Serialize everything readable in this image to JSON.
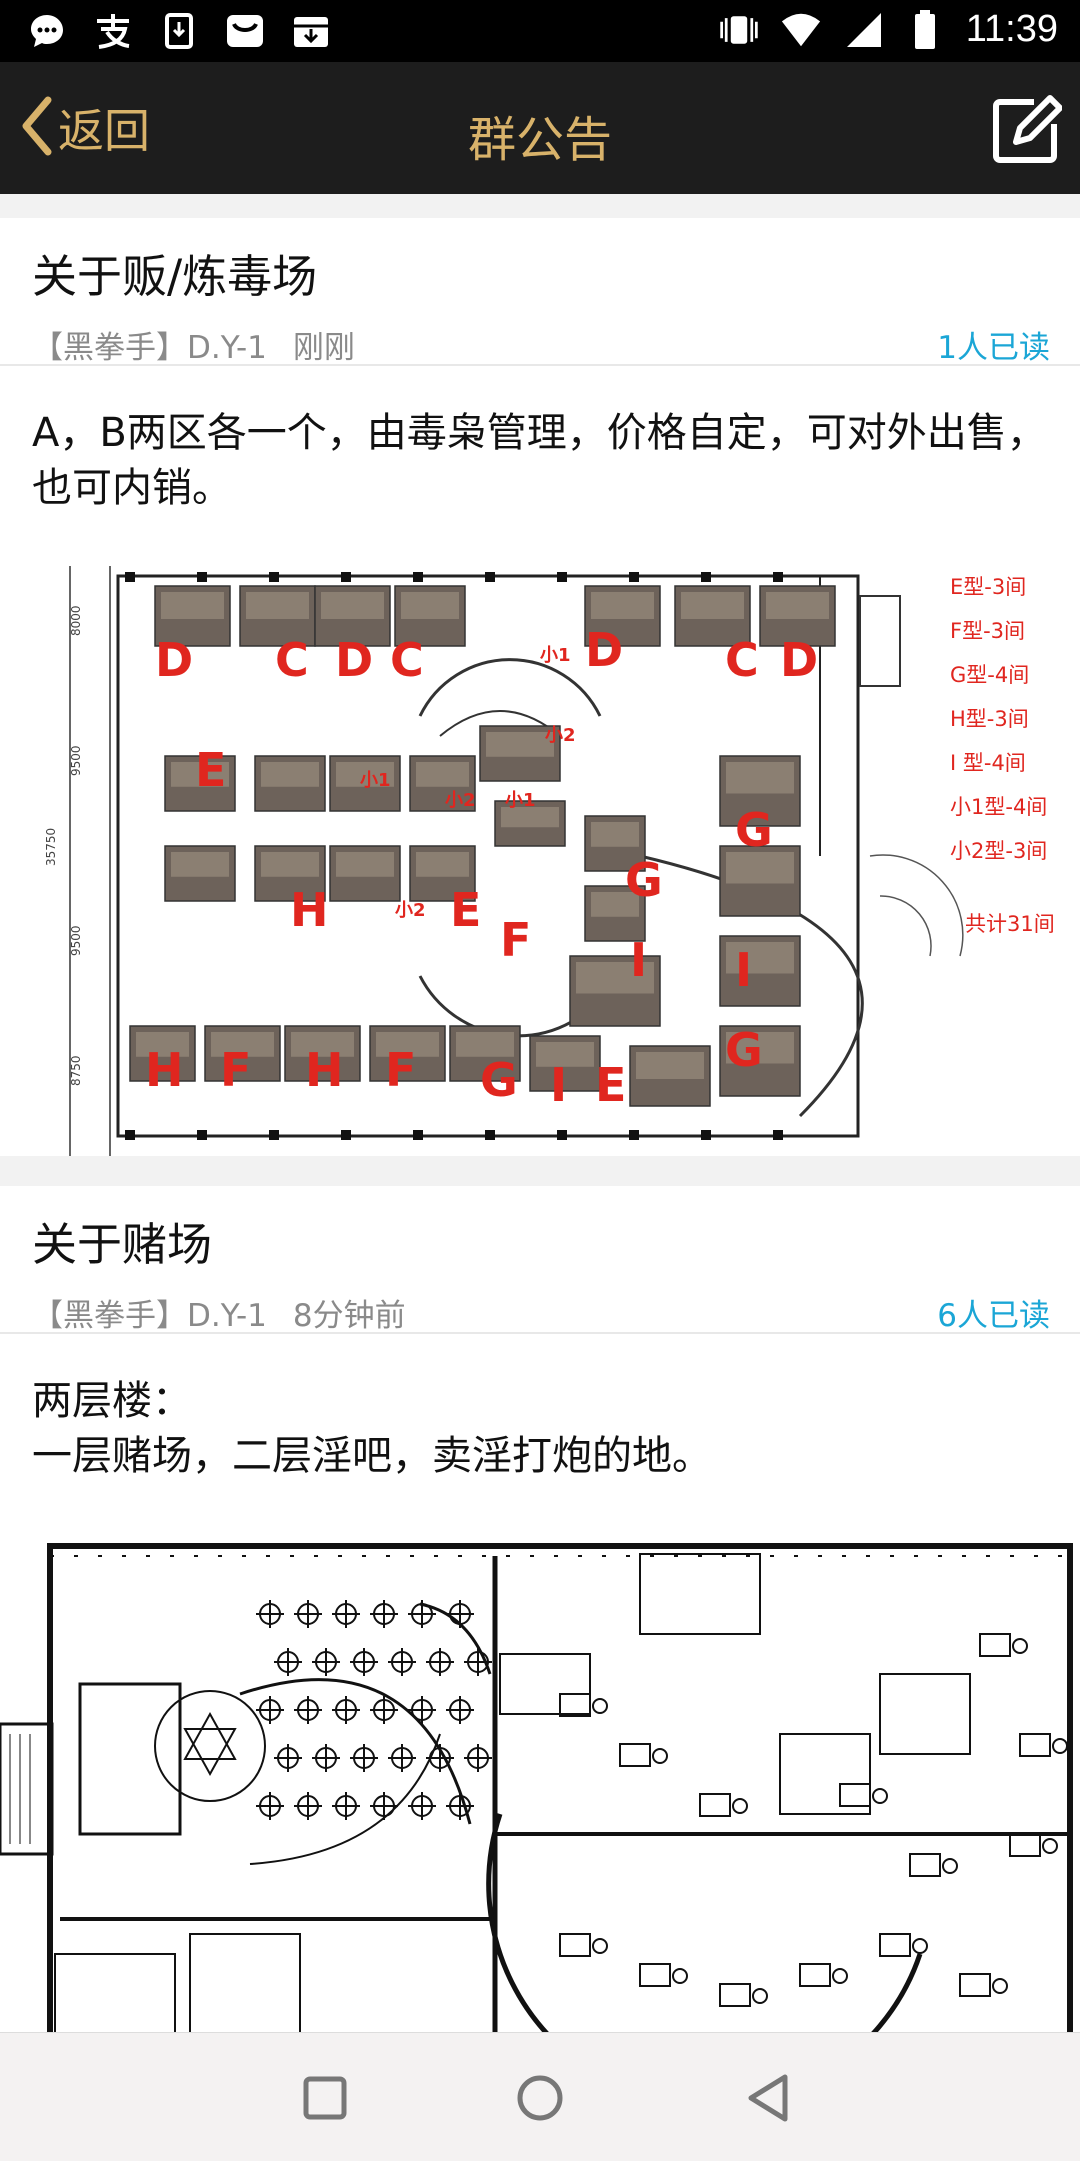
{
  "status_bar": {
    "time": "11:39",
    "icons": [
      "chat-bubble-icon",
      "alipay-icon",
      "download-box-icon",
      "mail-bag-icon",
      "inbox-download-icon",
      "vibrate-icon",
      "wifi-icon",
      "signal-icon",
      "battery-icon"
    ]
  },
  "nav": {
    "back_label": "返回",
    "title": "群公告",
    "edit_icon": "edit-icon"
  },
  "announcements": [
    {
      "title": "关于贩/炼毒场",
      "author": "【黑拳手】D.Y-1",
      "time": "刚刚",
      "read_count": "1人已读",
      "body": [
        "A，B两区各一个，由毒枭管理，价格自定，可对外出售，也可内销。"
      ],
      "legend": [
        "E型-3间",
        "F型-3间",
        "G型-4间",
        "H型-3间",
        "I 型-4间",
        "小1型-4间",
        "小2型-3间",
        "共计31间"
      ],
      "dims": [
        "8000",
        "9500",
        "35750",
        "9500",
        "8750"
      ],
      "room_labels": [
        "D",
        "C",
        "D",
        "C",
        "D",
        "C",
        "D",
        "E",
        "H",
        "E",
        "F",
        "G",
        "I",
        "G",
        "I",
        "G",
        "H",
        "F",
        "H",
        "F",
        "G",
        "I",
        "E",
        "小1",
        "小2",
        "小1",
        "小2",
        "小1",
        "小2"
      ]
    },
    {
      "title": "关于赌场",
      "author": "【黑拳手】D.Y-1",
      "time": "8分钟前",
      "read_count": "6人已读",
      "body": [
        "两层楼：",
        "一层赌场，二层淫吧，卖淫打炮的地。"
      ]
    }
  ],
  "colors": {
    "accent_gold": "#d8b26a",
    "read_blue": "#1ba6d6",
    "plan_red": "#e0261f"
  }
}
